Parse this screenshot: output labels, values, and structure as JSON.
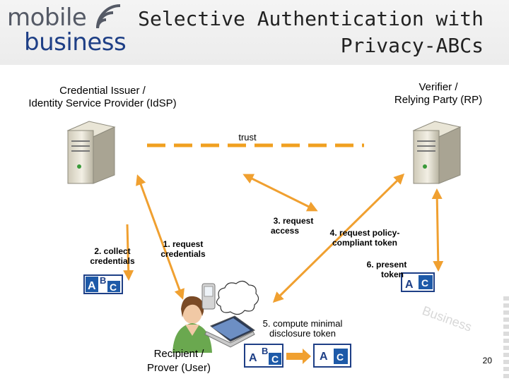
{
  "logo": {
    "line1": "mobile",
    "line2": "business"
  },
  "title": {
    "line1": "Selective Authentication with",
    "line2": "Privacy-ABCs"
  },
  "issuer": {
    "line1": "Credential Issuer  /",
    "line2": "Identity Service Provider (IdSP)"
  },
  "verifier": {
    "line1": "Verifier /",
    "line2": "Relying Party (RP)"
  },
  "trust_label": "trust",
  "steps": {
    "s1": {
      "line1": "1. request",
      "line2": "credentials"
    },
    "s2": {
      "line1": "2. collect",
      "line2": "credentials"
    },
    "s3": {
      "line1": "3. request",
      "line2": "access"
    },
    "s4": {
      "line1": "4. request policy-",
      "line2": "compliant token"
    },
    "s5": {
      "line1": "5. compute minimal",
      "line2": "disclosure token"
    },
    "s6": {
      "line1": "6. present",
      "line2": "token"
    }
  },
  "user": {
    "line1": "Recipient /",
    "line2": "Prover (User)"
  },
  "token_letters": {
    "a": "A",
    "b": "B",
    "c": "C"
  },
  "watermark": "Business",
  "slide_number": "20",
  "colors": {
    "arrow": "#f0a030",
    "trust": "#f0a020",
    "brand_blue": "#1e3f86",
    "brand_grey": "#555a66"
  }
}
